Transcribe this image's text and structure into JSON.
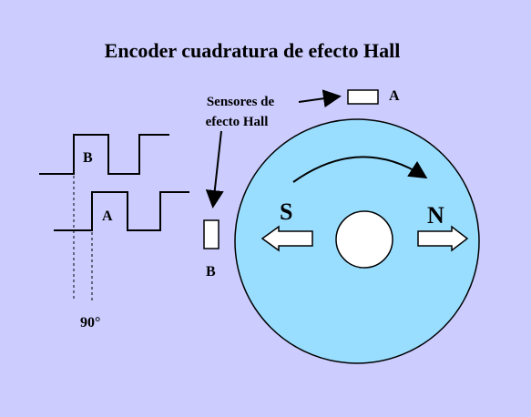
{
  "title": "Encoder cuadratura de efecto Hall",
  "sensor_label_line1": "Sensores de",
  "sensor_label_line2": "efecto Hall",
  "sensor_a_label": "A",
  "sensor_b_label": "B",
  "wave_b_label": "B",
  "wave_a_label": "A",
  "phase_label": "90°",
  "pole_s": "S",
  "pole_n": "N",
  "colors": {
    "background": "#ccccff",
    "disk": "#99ddff",
    "stroke": "#000000",
    "fill_white": "#ffffff"
  }
}
